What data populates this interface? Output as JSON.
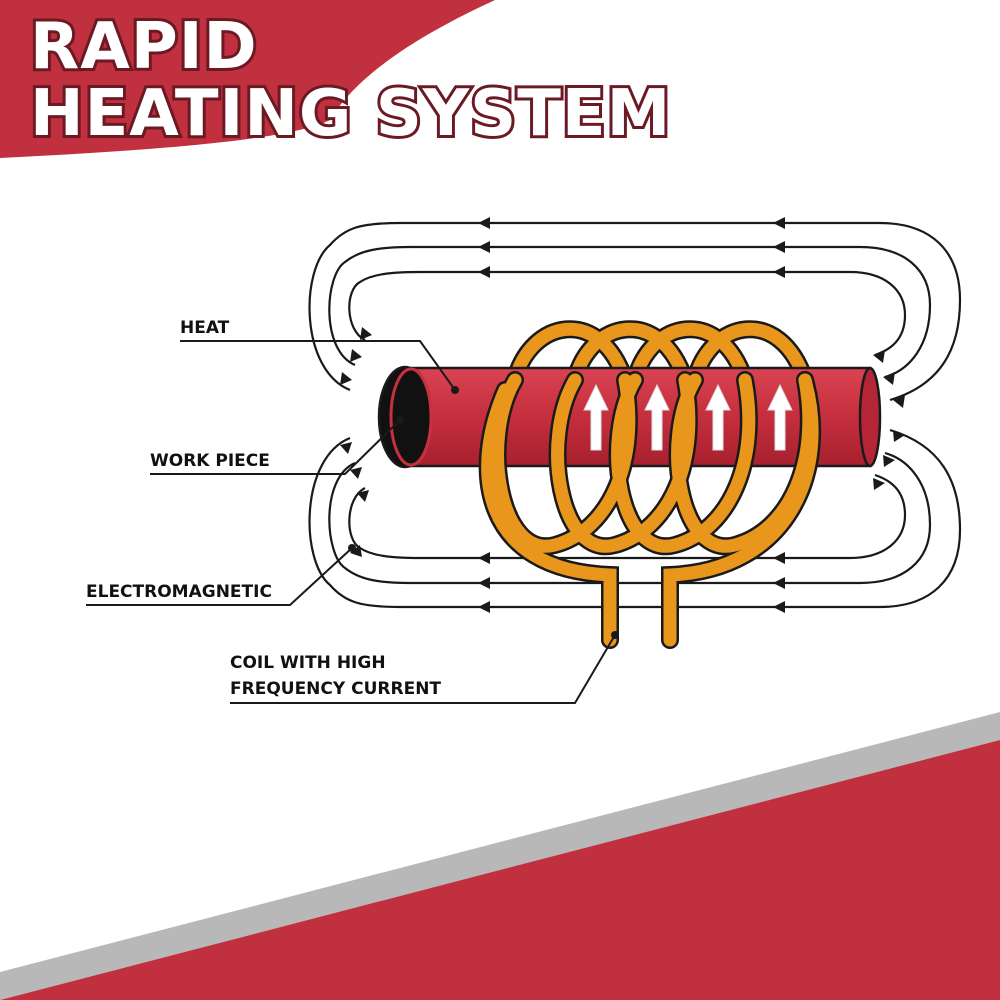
{
  "title": {
    "line1": "RAPID",
    "line2": "HEATING SYSTEM"
  },
  "labels": {
    "heat": "HEAT",
    "work_piece": "WORK PIECE",
    "electromagnetic": "ELECTROMAGNETIC",
    "coil_line1": "COIL WITH HIGH",
    "coil_line2": "FREQUENCY CURRENT"
  },
  "colors": {
    "banner_red": "#c1303f",
    "stripe_gray": "#b8b8b8",
    "workpiece_red": "#c7303f",
    "coil_orange": "#e8961c",
    "field_line": "#1a1a1a"
  }
}
